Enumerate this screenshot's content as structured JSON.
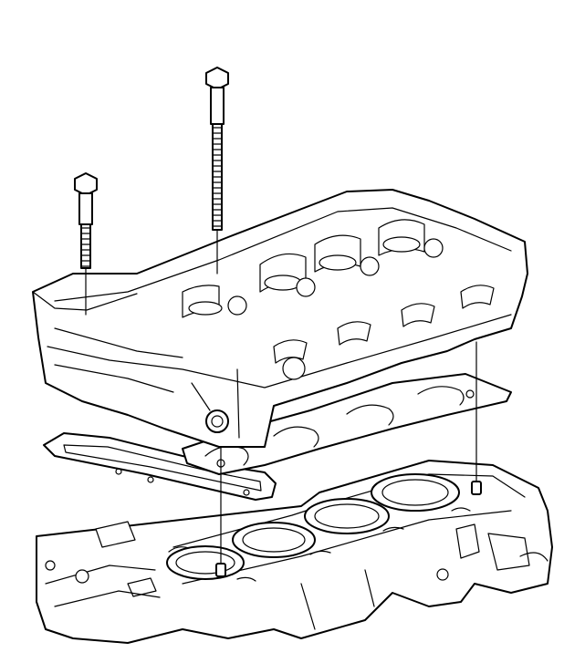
{
  "figure": {
    "parts": [
      "cylinder-head-bolt-long",
      "cylinder-head-bolt-short",
      "cylinder-head",
      "cylinder-head-gasket",
      "front-cover-gasket",
      "engine-block",
      "dowel-pin-front",
      "dowel-pin-rear"
    ]
  }
}
